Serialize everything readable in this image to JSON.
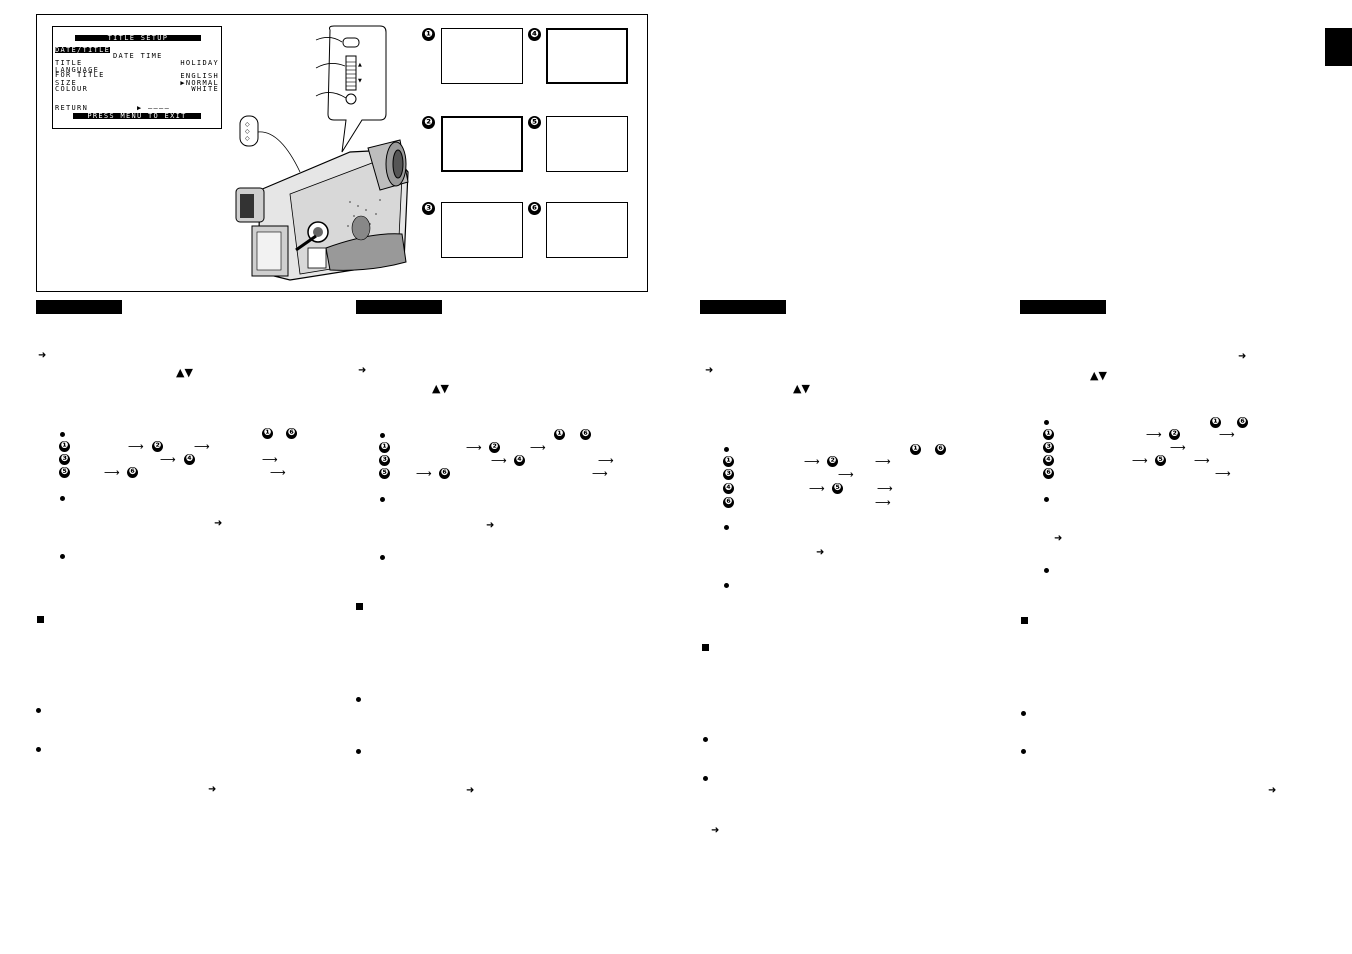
{
  "menu": {
    "title": "TITLE SETUP",
    "date_title": "DATE/TITLE",
    "date_time": "DATE TIME",
    "rows": [
      {
        "label": "TITLE",
        "value": "HOLIDAY"
      },
      {
        "label": "LANGUAGE",
        "value": ""
      },
      {
        "label": "FOR TITLE",
        "value": "ENGLISH"
      },
      {
        "label": "SIZE",
        "value": "▶NORMAL"
      },
      {
        "label": "COLOUR",
        "value": "WHITE"
      }
    ],
    "return_label": "RETURN",
    "return_value": "▶ ––––",
    "footer": "PRESS MENU TO EXIT"
  },
  "screen_numbers": [
    "❶",
    "❷",
    "❸",
    "❹",
    "❺",
    "❻"
  ],
  "glyphs": {
    "right_arrow": "➜",
    "up_down": "▲▼",
    "long_arrow": "⟶",
    "square": "■",
    "bullet": "●"
  },
  "columns": [
    {
      "order_rows": [
        {
          "a": "❶",
          "b": "❷"
        },
        {
          "a": "❸",
          "b": "❹"
        },
        {
          "a": "❺",
          "b": "❻"
        }
      ],
      "range": [
        "❶",
        "❻"
      ]
    },
    {
      "order_rows": [
        {
          "a": "❶",
          "b": "❷"
        },
        {
          "a": "❸",
          "b": "❹"
        },
        {
          "a": "❺",
          "b": "❻"
        }
      ],
      "range": [
        "❶",
        "❻"
      ]
    },
    {
      "order_rows": [
        {
          "a": "❶",
          "b": "❷"
        },
        {
          "a": "❸",
          "b": ""
        },
        {
          "a": "❹",
          "b": "❺"
        },
        {
          "a": "❻",
          "b": ""
        }
      ],
      "range": [
        "❶",
        "❻"
      ]
    },
    {
      "order_rows": [
        {
          "a": "❶",
          "b": "❷"
        },
        {
          "a": "❸",
          "b": ""
        },
        {
          "a": "❹",
          "b": "❺"
        },
        {
          "a": "❻",
          "b": ""
        }
      ],
      "range": [
        "❶",
        "❻"
      ]
    }
  ]
}
